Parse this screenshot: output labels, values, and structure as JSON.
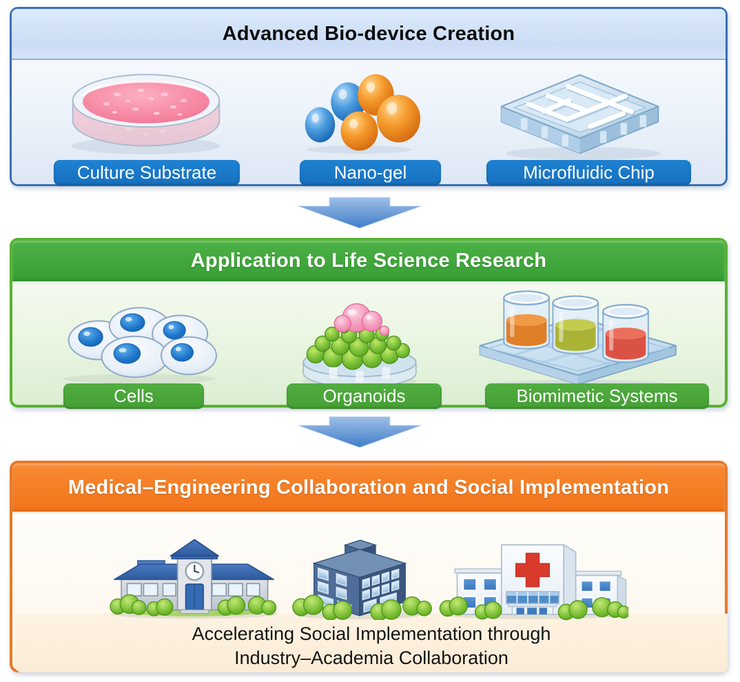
{
  "diagram": {
    "arrow_color": "#4a86d0",
    "sections": {
      "biodevice": {
        "title": "Advanced Bio-device Creation",
        "accent_color": "#1b78c8",
        "border_color": "#3a70b6",
        "items": [
          {
            "label": "Culture Substrate",
            "icon": "petri-dish-icon"
          },
          {
            "label": "Nano-gel",
            "icon": "nano-gel-spheres-icon"
          },
          {
            "label": "Microfluidic Chip",
            "icon": "microfluidic-chip-icon"
          }
        ]
      },
      "lifescience": {
        "title": "Application to Life Science Research",
        "accent_color": "#4aa93a",
        "border_color": "#58b232",
        "items": [
          {
            "label": "Cells",
            "icon": "cells-icon"
          },
          {
            "label": "Organoids",
            "icon": "organoid-dish-icon"
          },
          {
            "label": "Biomimetic Systems",
            "icon": "biomimetic-tray-icon"
          }
        ]
      },
      "implementation": {
        "title": "Medical–Engineering Collaboration and Social Implementation",
        "accent_color": "#f5781c",
        "border_color": "#e8792a",
        "icons": [
          "school-building-icon",
          "office-building-icon",
          "hospital-building-icon"
        ],
        "caption_line1": "Accelerating Social Implementation through",
        "caption_line2": "Industry–Academia Collaboration"
      }
    }
  }
}
